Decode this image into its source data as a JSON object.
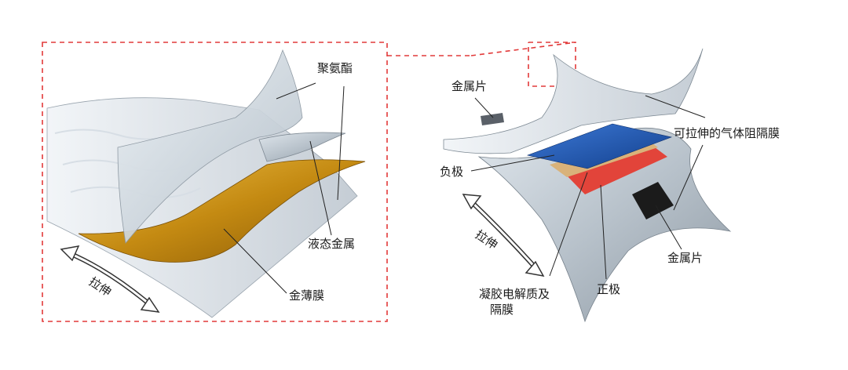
{
  "left_panel": {
    "labels": {
      "polyurethane": "聚氨酯",
      "liquid_metal": "液态金属",
      "gold_film": "金薄膜",
      "stretch": "拉伸"
    }
  },
  "right_panel": {
    "labels": {
      "metal_sheet_top": "金属片",
      "gas_barrier": "可拉伸的气体阻隔膜",
      "negative_electrode": "负极",
      "stretch": "拉伸",
      "metal_sheet_bottom": "金属片",
      "gel_electrolyte_line1": "凝胶电解质及",
      "gel_electrolyte_line2": "隔膜",
      "positive_electrode": "正极"
    }
  },
  "colors": {
    "callout_border": "#e23a3a",
    "silver": "#b9c3cc",
    "gold": "#c9921a",
    "blue_layer": "#1f56b3",
    "red_layer": "#e2443a",
    "tan_layer": "#d9b27a"
  }
}
